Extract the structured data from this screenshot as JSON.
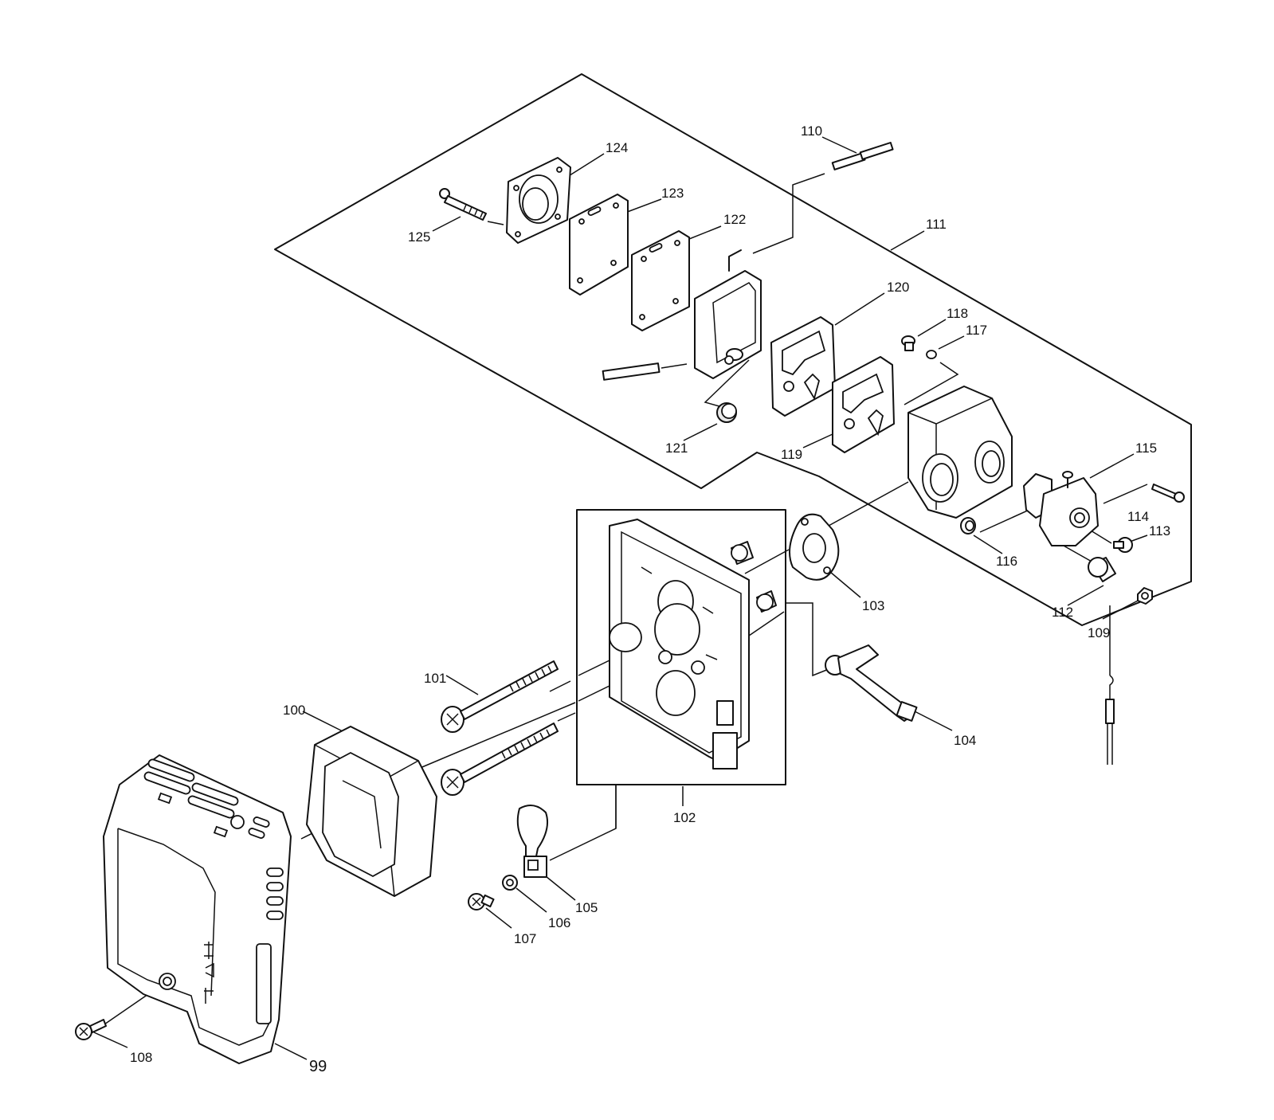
{
  "labels": {
    "p99": "99",
    "p100": "100",
    "p101": "101",
    "p102": "102",
    "p103": "103",
    "p104": "104",
    "p105": "105",
    "p106": "106",
    "p107": "107",
    "p108": "108",
    "p109": "109",
    "p110": "110",
    "p111": "111",
    "p112": "112",
    "p113": "113",
    "p114": "114",
    "p115": "115",
    "p116": "116",
    "p117": "117",
    "p118": "118",
    "p119": "119",
    "p120": "120",
    "p121": "121",
    "p122": "122",
    "p123": "123",
    "p124": "124",
    "p125": "125"
  }
}
